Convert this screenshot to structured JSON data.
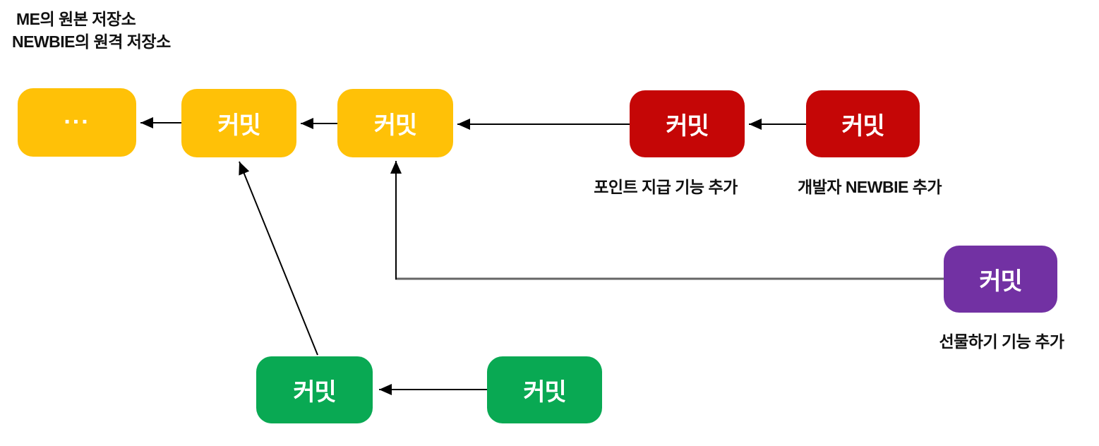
{
  "header": {
    "line1": "ME의 원본 저장소",
    "line2": "NEWBIE의 원격 저장소"
  },
  "colors": {
    "yellow": "#FFC107",
    "red": "#C50606",
    "green": "#09A953",
    "purple": "#7231A3",
    "arrow_black": "#000000",
    "connector_gray": "#666666"
  },
  "nodes": [
    {
      "id": "yellow-older-commits",
      "label": "...",
      "color": "yellow"
    },
    {
      "id": "yellow-commit-1",
      "label": "커밋",
      "color": "yellow"
    },
    {
      "id": "yellow-commit-2",
      "label": "커밋",
      "color": "yellow"
    },
    {
      "id": "red-commit-1",
      "label": "커밋",
      "color": "red"
    },
    {
      "id": "red-commit-2",
      "label": "커밋",
      "color": "red"
    },
    {
      "id": "purple-commit",
      "label": "커밋",
      "color": "purple"
    },
    {
      "id": "green-commit-1",
      "label": "커밋",
      "color": "green"
    },
    {
      "id": "green-commit-2",
      "label": "커밋",
      "color": "green"
    }
  ],
  "captions": {
    "red1": "포인트 지급 기능 추가",
    "red2": "개발자 NEWBIE 추가",
    "purple": "선물하기 기능 추가"
  },
  "edges": [
    {
      "from": "yellow-commit-1",
      "to": "yellow-older-commits"
    },
    {
      "from": "yellow-commit-2",
      "to": "yellow-commit-1"
    },
    {
      "from": "red-commit-1",
      "to": "yellow-commit-2"
    },
    {
      "from": "red-commit-2",
      "to": "red-commit-1"
    },
    {
      "from": "green-commit-2",
      "to": "green-commit-1"
    },
    {
      "from": "green-commit-1",
      "to": "yellow-commit-1"
    },
    {
      "from": "purple-commit",
      "to": "yellow-commit-2"
    }
  ]
}
